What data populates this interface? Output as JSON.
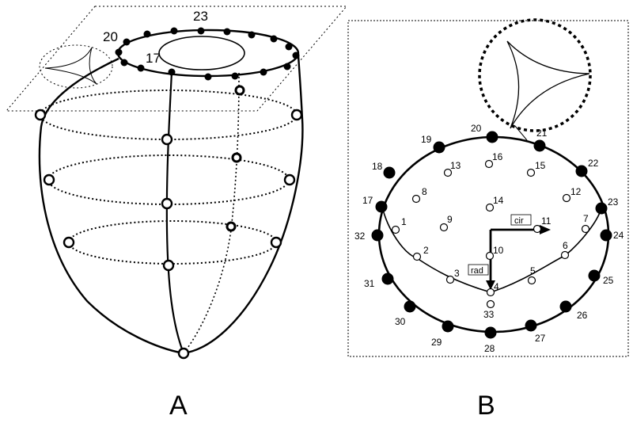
{
  "panel_a": {
    "letter": "A",
    "labels": {
      "top_ring": "23",
      "inner": "17",
      "inset": "20"
    }
  },
  "panel_b": {
    "letter": "B",
    "outer_points": [
      "17",
      "18",
      "19",
      "20",
      "21",
      "22",
      "23",
      "24",
      "25",
      "26",
      "27",
      "28",
      "29",
      "30",
      "31",
      "32"
    ],
    "inner_points": [
      "1",
      "2",
      "3",
      "4",
      "5",
      "6",
      "7"
    ],
    "interior_points": [
      "8",
      "9",
      "10",
      "11",
      "12",
      "13",
      "14",
      "15",
      "16",
      "33"
    ],
    "axes": {
      "circumferential": "cir",
      "radial": "rad"
    }
  }
}
